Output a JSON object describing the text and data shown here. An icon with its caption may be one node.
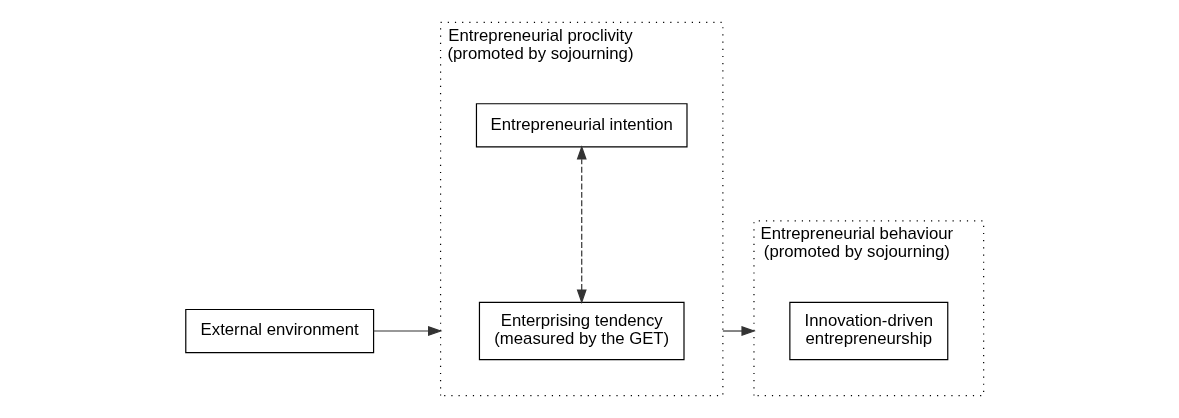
{
  "diagram": {
    "nodes": [
      {
        "text": [
          "External environment"
        ]
      },
      {
        "text": [
          "Entrepreneurial proclivity (promoted by sojourning)"
        ]
      },
      {
        "text": [
          "Enterprising tendency (measured by the GET)"
        ],
        "in": 1
      },
      {
        "text": [
          "Entrepreneurial intention"
        ],
        "in": 1
      },
      {
        "text": [
          "Entrepreneurial behaviour (promoted by sojourning)"
        ]
      },
      {
        "text": [
          "Innovation-driven entrepreneurship"
        ],
        "in": 4
      }
    ],
    "edges": [
      {
        "from": 0,
        "to": 1,
        "arrow": "to"
      },
      {
        "from": 1,
        "to": 4,
        "arrow": "to"
      },
      {
        "from": 2,
        "to": 3,
        "arrow": "both",
        "style": "dashed"
      }
    ]
  }
}
